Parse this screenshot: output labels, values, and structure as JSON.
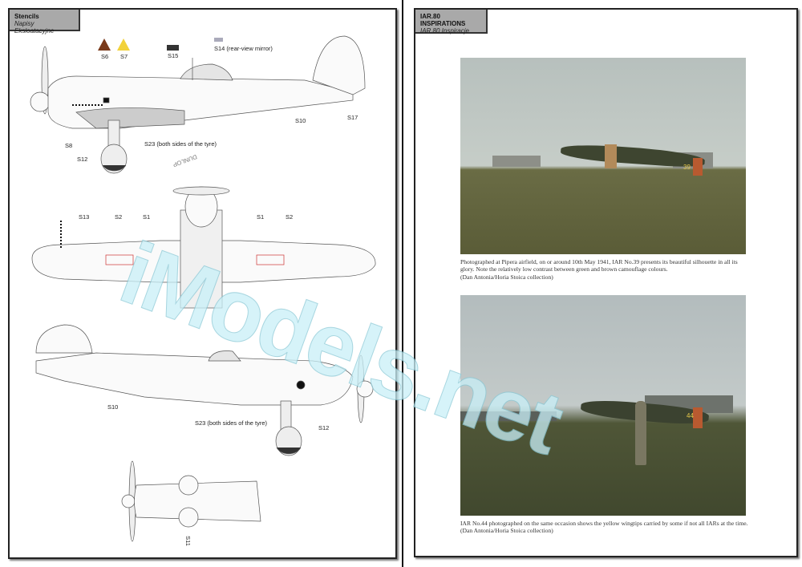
{
  "left_page": {
    "header": {
      "title": "Stencils",
      "subtitle": "Napisy Eksloatacyjne"
    },
    "side_view_top": {
      "labels": [
        "S6",
        "S7",
        "S15",
        "S14 (rear-view mirror)",
        "S8",
        "S12",
        "S23 (both sides of the tyre)",
        "S10",
        "S17"
      ]
    },
    "wing_view": {
      "labels": [
        "S13",
        "S2",
        "S1",
        "S1",
        "S2"
      ]
    },
    "side_view_bottom": {
      "labels": [
        "S10",
        "S23 (both sides of the tyre)",
        "S12"
      ]
    },
    "bottom_view": {
      "labels": [
        "S11"
      ]
    },
    "tyre_text": "DUNLOP"
  },
  "right_page": {
    "header": {
      "title": "IAR.80 INSPIRATIONS",
      "subtitle": "IAR.80 Inspiracje"
    },
    "photos": [
      {
        "caption": "Photographed at Pipera airfield, on or around 10th May 1941, IAR No.39 presents its beautiful silhouette in all its glory. Note the relatively low contrast between green and brown camouflage colours.",
        "credit": "(Dan Antonia/Horia Stoica collection)",
        "aircraft_number": "39"
      },
      {
        "caption": "IAR No.44 photographed on the same occasion shows the yellow wingtips carried by some if not all IARs at the time.",
        "credit": "(Dan Antonia/Horia Stoica collection)",
        "aircraft_number": "44"
      }
    ]
  },
  "watermark": "iModels.net",
  "colors": {
    "header_bg": "#a9a9a9",
    "watermark": "#c9f0f8",
    "sky": "#b9c2bd",
    "grass": "#5b5e3a",
    "stencil_red": "#d02020"
  }
}
